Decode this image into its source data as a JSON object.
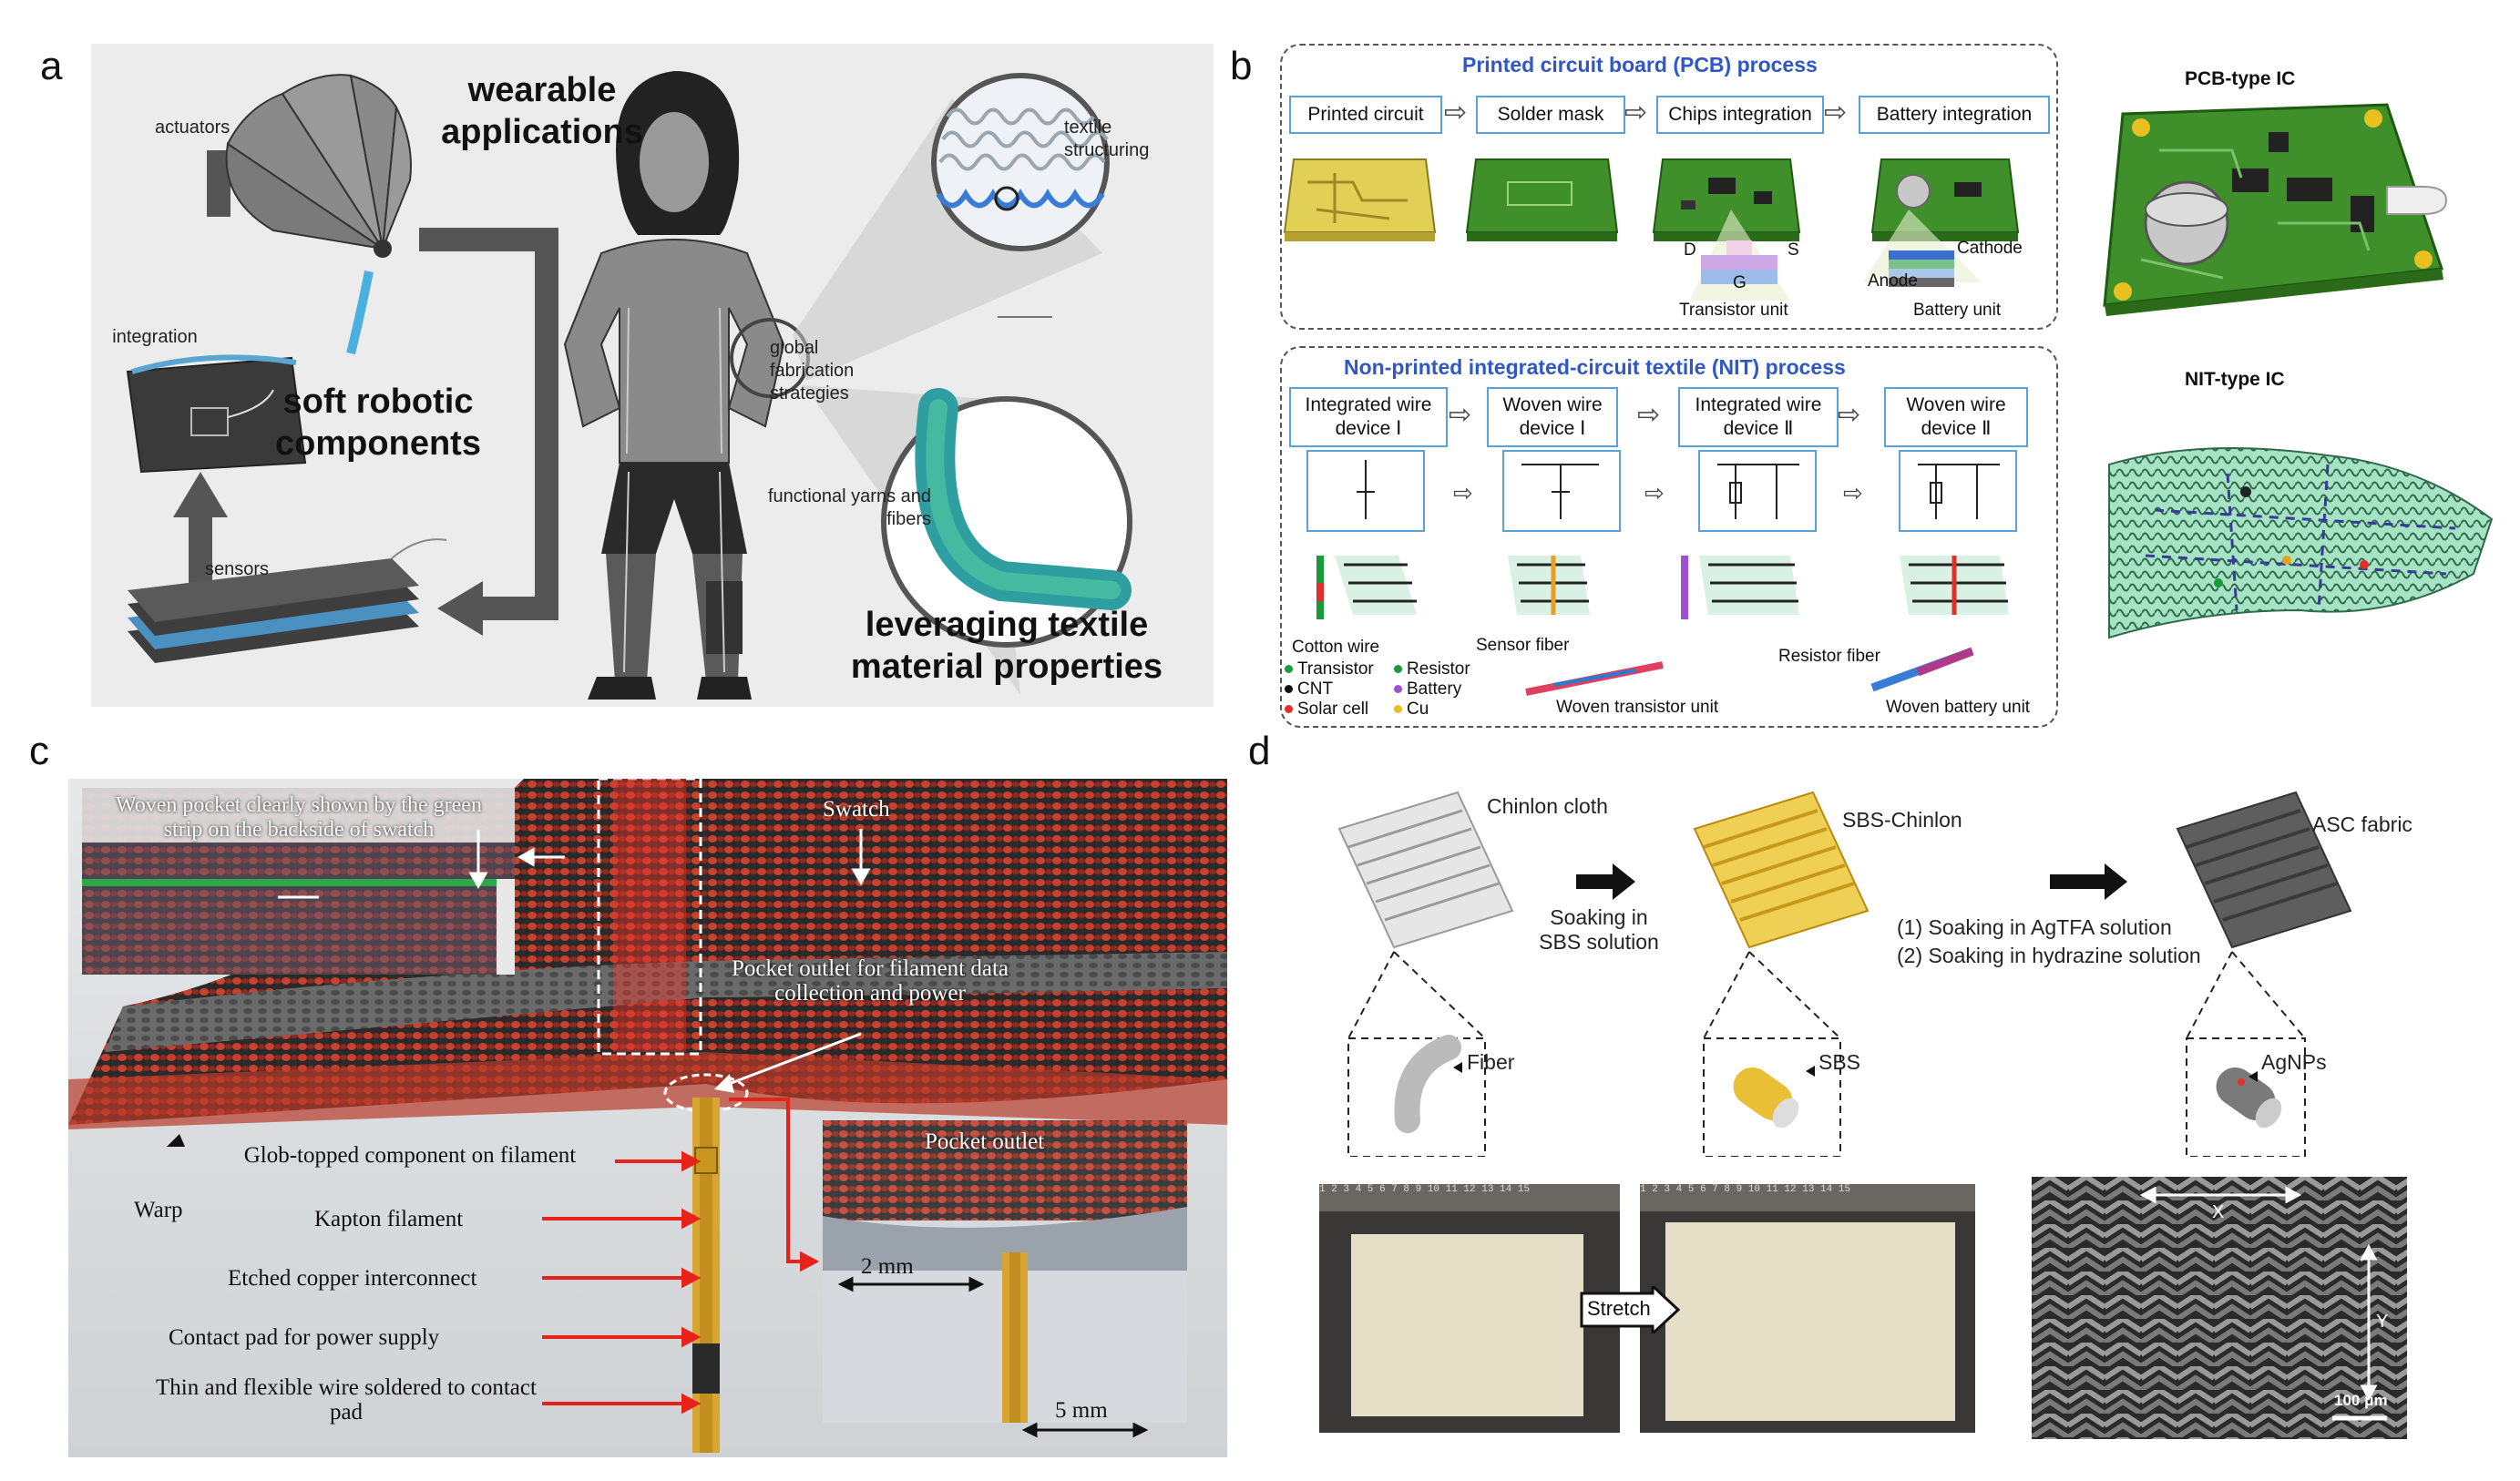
{
  "panels": {
    "a": {
      "label": "a",
      "wearable": "wearable applications",
      "soft_robotic": "soft robotic components",
      "leveraging": "leveraging textile material properties",
      "actuators": "actuators",
      "integration": "integration",
      "sensors": "sensors",
      "textile_structuring": "textile structuring",
      "global_fabrication": "global fabrication strategies",
      "functional_yarns": "functional yarns and fibers"
    },
    "b": {
      "label": "b",
      "pcb_title": "Printed circuit board (PCB) process",
      "pcb_steps": [
        "Printed circuit",
        "Solder mask",
        "Chips integration",
        "Battery integration"
      ],
      "transistor_unit": "Transistor unit",
      "battery_unit": "Battery unit",
      "d": "D",
      "s": "S",
      "g": "G",
      "cathode": "Cathode",
      "anode": "Anode",
      "nit_title": "Non-printed integrated-circuit textile (NIT) process",
      "nit_steps": [
        "Integrated wire device Ⅰ",
        "Woven wire device Ⅰ",
        "Integrated wire device Ⅱ",
        "Woven wire device Ⅱ"
      ],
      "cotton_wire": "Cotton wire",
      "sensor_fiber": "Sensor fiber",
      "resistor_fiber": "Resistor fiber",
      "woven_transistor_unit": "Woven transistor unit",
      "woven_battery_unit": "Woven battery unit",
      "legend": [
        {
          "label": "Transistor",
          "color": "#1a9a3a"
        },
        {
          "label": "CNT",
          "color": "#111111"
        },
        {
          "label": "Solar cell",
          "color": "#e0302a"
        },
        {
          "label": "Resistor",
          "color": "#1a9a3a"
        },
        {
          "label": "Battery",
          "color": "#a04fd0"
        },
        {
          "label": "Cu",
          "color": "#e8c020"
        }
      ],
      "pcb_ic": "PCB-type IC",
      "nit_ic": "NIT-type IC"
    },
    "c": {
      "label": "c",
      "woven_pocket": "Woven pocket clearly shown by the green strip on the backside of swatch",
      "swatch": "Swatch",
      "pocket_outlet_long": "Pocket outlet for filament data collection and power",
      "glob": "Glob-topped component on filament",
      "warp": "Warp",
      "kapton": "Kapton filament",
      "etched": "Etched copper interconnect",
      "contact_pad": "Contact pad for power supply",
      "thin_wire": "Thin and flexible wire soldered to contact pad",
      "pocket_outlet": "Pocket outlet",
      "scale_2mm": "2 mm",
      "scale_5mm": "5 mm"
    },
    "d": {
      "label": "d",
      "chinlon": "Chinlon cloth",
      "soaking_sbs": "Soaking in SBS solution",
      "sbs_chinlon": "SBS-Chinlon",
      "step1": "(1)  Soaking in AgTFA solution",
      "step2": "(2)  Soaking in hydrazine solution",
      "asc": "ASC fabric",
      "fiber": "Fiber",
      "sbs": "SBS",
      "agnps": "AgNPs",
      "stretch": "Stretch",
      "x": "X",
      "y": "Y",
      "scale": "100 μm",
      "ruler_ticks": "1 2 3 4 5 6 7 8 9 10 11 12 13 14 15"
    }
  },
  "colors": {
    "pcb_green": "#3f8f2a",
    "nit_title_blue": "#2f57c6",
    "step_border": "#5aa2d8",
    "fabric_red": "#c8402e",
    "kapton": "#d9a531",
    "sbs_yellow": "#e9bf35",
    "annotation_red": "#e8221b"
  }
}
